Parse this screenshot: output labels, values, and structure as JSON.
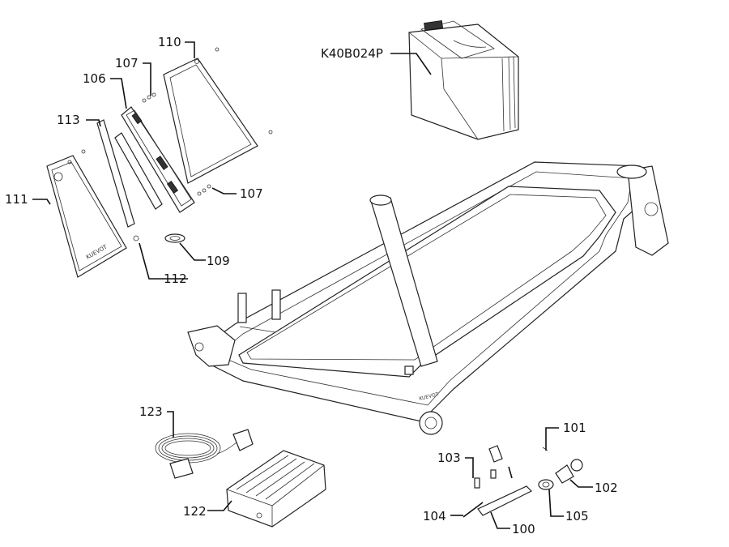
{
  "labels": {
    "p100": "100",
    "p101": "101",
    "p102": "102",
    "p103": "103",
    "p104": "104",
    "p105": "105",
    "p106": "106",
    "p107a": "107",
    "p107b": "107",
    "p109": "109",
    "p110": "110",
    "p111": "111",
    "p112": "112",
    "p113": "113",
    "p122": "122",
    "p123": "123",
    "battery": "K40B024P"
  }
}
